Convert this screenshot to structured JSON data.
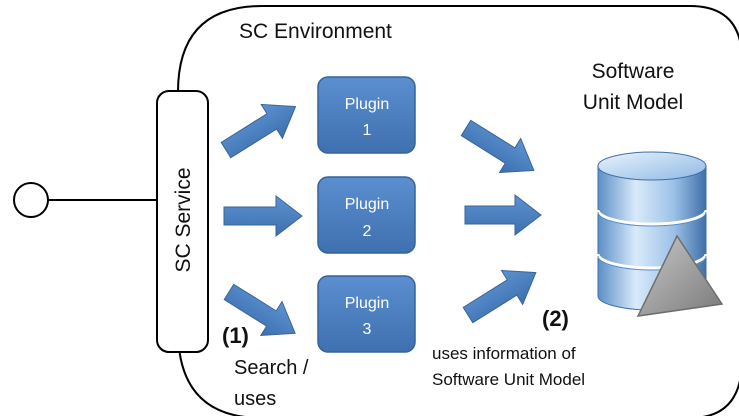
{
  "environment_label": "SC Environment",
  "service_label": "SC Service",
  "plugins": [
    {
      "name": "Plugin",
      "number": "1"
    },
    {
      "name": "Plugin",
      "number": "2"
    },
    {
      "name": "Plugin",
      "number": "3"
    }
  ],
  "model_label": {
    "line1": "Software",
    "line2": "Unit Model"
  },
  "step1": {
    "marker": "(1)",
    "line1": "Search /",
    "line2": "uses"
  },
  "step2": {
    "marker": "(2)",
    "line1": "uses information of",
    "line2": "Software Unit Model"
  },
  "colors": {
    "plugin_fill": "#4f81bd",
    "plugin_stroke": "#3a6596",
    "arrow_fill": "#4f81bd",
    "db_fill": "#9dc3e6",
    "triangle_fill": "#a6a6a6"
  }
}
